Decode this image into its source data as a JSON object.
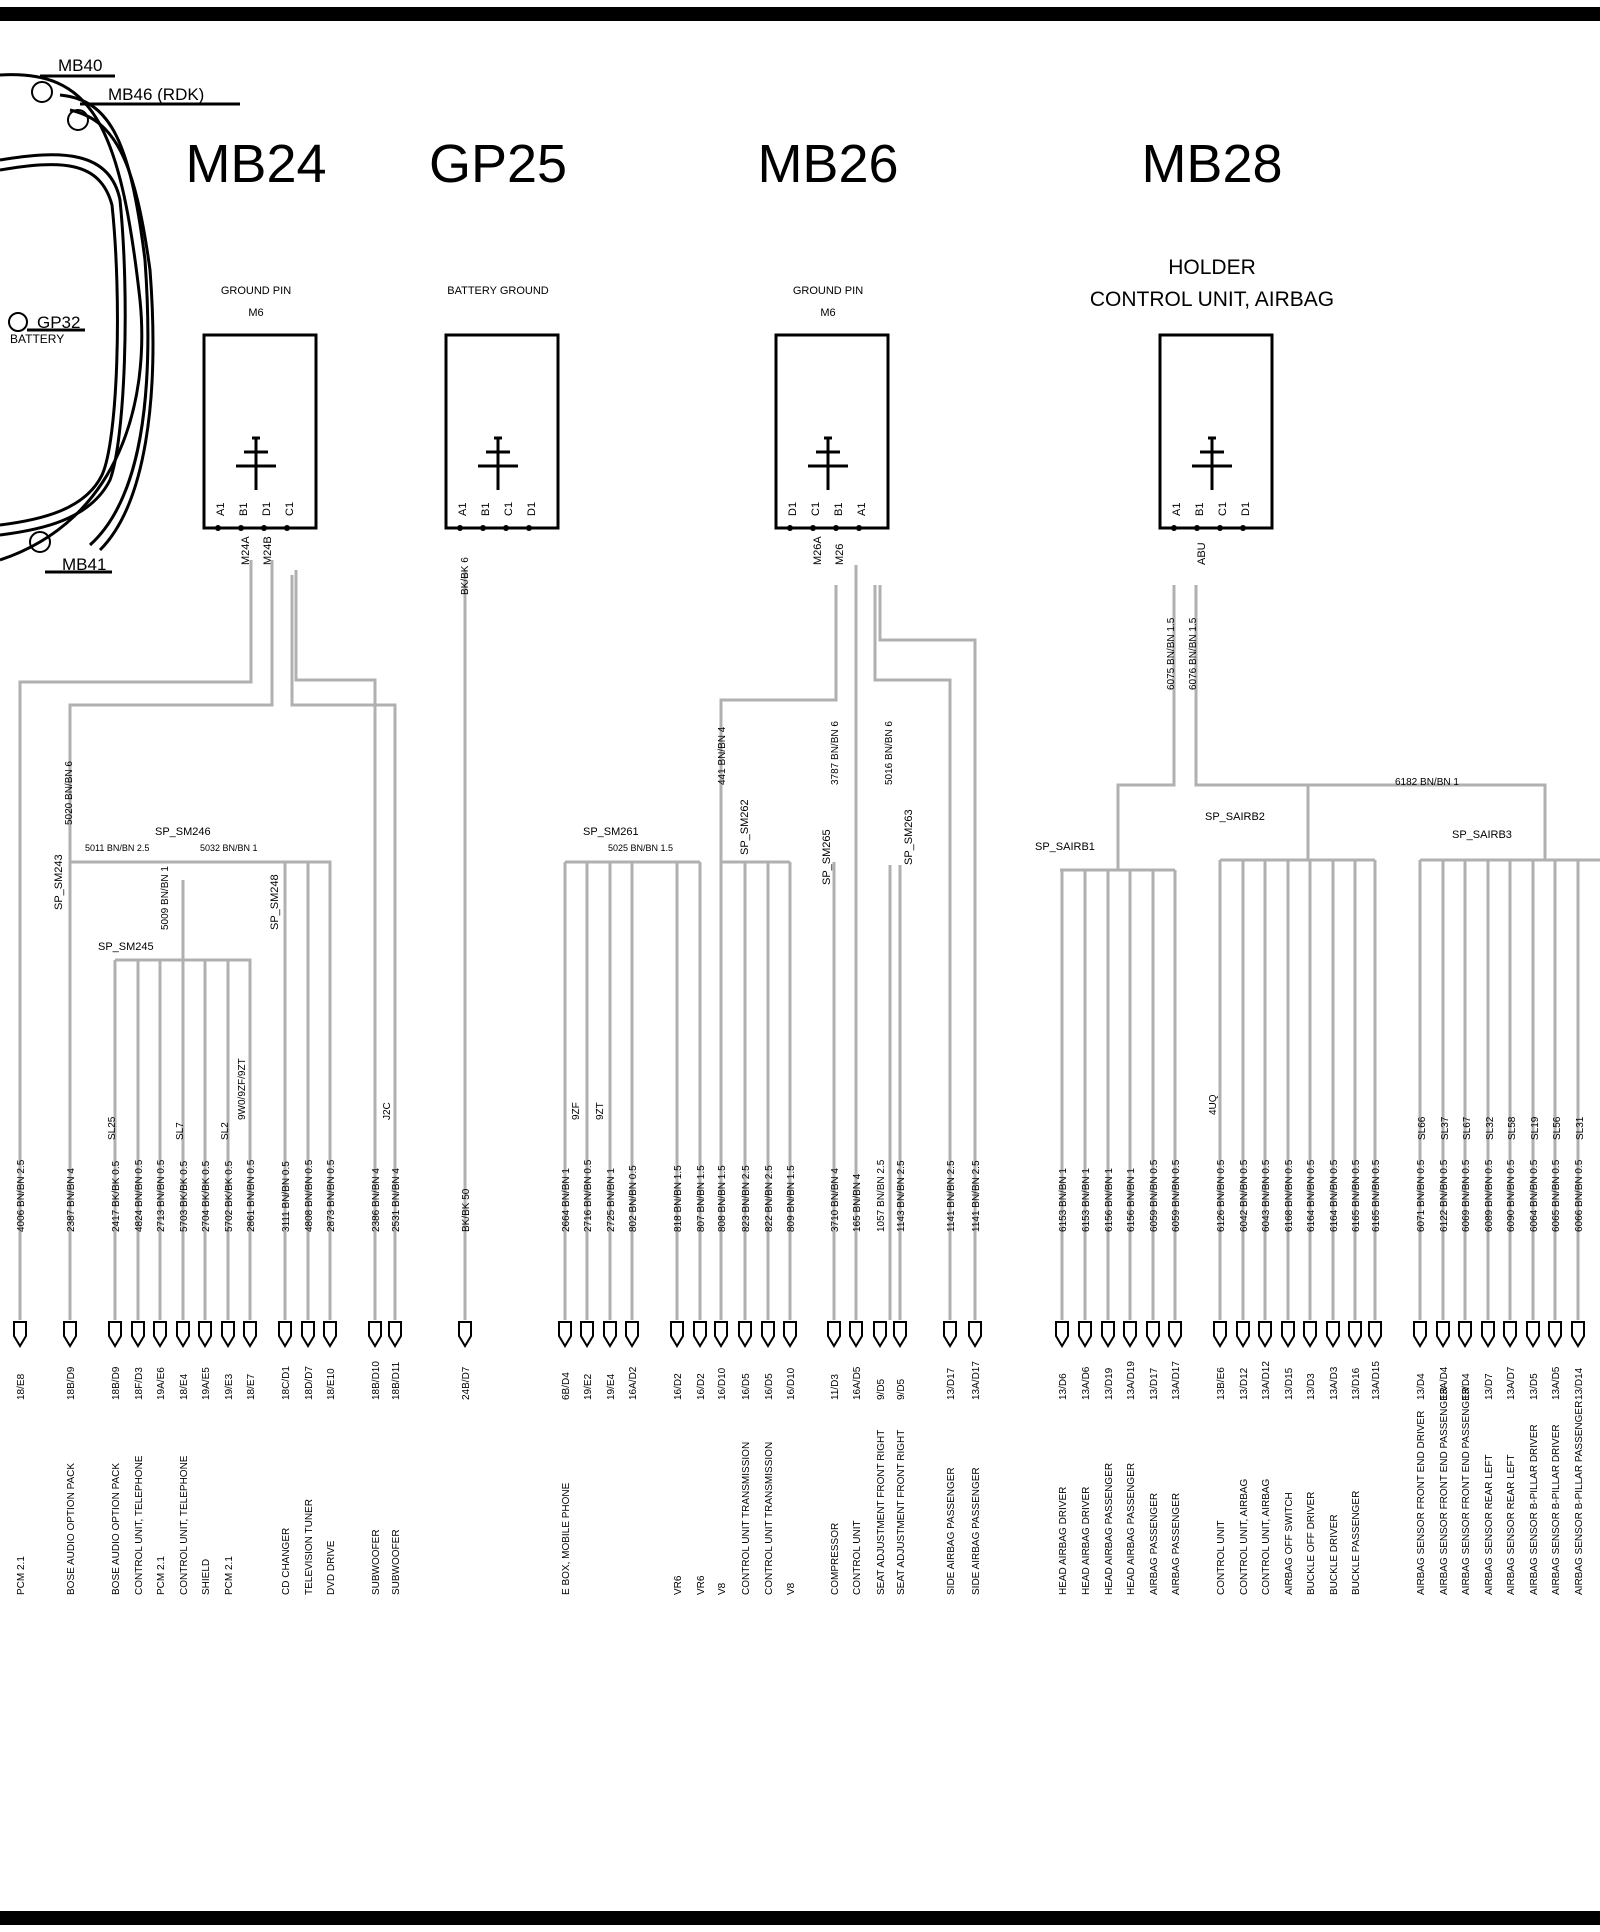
{
  "title_labels": {
    "mb40": "MB40",
    "mb46": "MB46 (RDK)",
    "gp32": "GP32",
    "battery": "BATTERY",
    "mb41": "MB41"
  },
  "modules": [
    {
      "id": "MB24",
      "caption1": "GROUND PIN",
      "caption2": "M6",
      "pins": [
        "A1",
        "B1",
        "D1",
        "C1"
      ],
      "pin_labels": [
        "M24A",
        "M24B"
      ]
    },
    {
      "id": "GP25",
      "caption1": "BATTERY GROUND",
      "caption2": "",
      "pins": [
        "A1",
        "B1",
        "C1",
        "D1"
      ],
      "pin_labels": []
    },
    {
      "id": "MB26",
      "caption1": "GROUND PIN",
      "caption2": "M6",
      "pins": [
        "D1",
        "C1",
        "B1",
        "A1"
      ],
      "pin_labels": [
        "M26A",
        "M26"
      ]
    },
    {
      "id": "MB28",
      "caption1": "HOLDER",
      "caption2": "CONTROL UNIT, AIRBAG",
      "pins": [
        "A1",
        "B1",
        "C1",
        "D1"
      ],
      "pin_labels": [
        "ABU"
      ]
    }
  ],
  "wire_labels": [
    "BK/BK 6",
    "6075 BN/BN 1.5",
    "6076 BN/BN 1.5",
    "5020 BN/BN 6",
    "441 BN/BN 4",
    "3787 BN/BN 6",
    "5016 BN/BN 6",
    "6182 BN/BN 1",
    "5009 BN/BN 1",
    "J2C",
    "9ZF",
    "9ZT",
    "4UQ",
    "SL25",
    "SL7",
    "SL2",
    "9W0/9ZF/9ZT",
    "SL66",
    "SL37",
    "SL67",
    "SL32",
    "SL58",
    "SL19",
    "SL56",
    "SL31"
  ],
  "splices": [
    {
      "name": "SP_SM246",
      "label": "5011 BN/BN 2.5",
      "label2": "5032 BN/BN 1"
    },
    {
      "name": "SP_SM243"
    },
    {
      "name": "SP_SM248"
    },
    {
      "name": "SP_SM245"
    },
    {
      "name": "SP_SM261",
      "label": "5025 BN/BN 1.5"
    },
    {
      "name": "SP_SM262"
    },
    {
      "name": "SP_SM265"
    },
    {
      "name": "SP_SM263"
    },
    {
      "name": "SP_SAIRB1"
    },
    {
      "name": "SP_SAIRB2"
    },
    {
      "name": "SP_SAIRB3"
    }
  ],
  "terminals": [
    {
      "wire": "4006 BN/BN 2.5",
      "loc": "18/E8",
      "dest": "PCM 2.1"
    },
    {
      "wire": "2387 BN/BN 4",
      "loc": "18B/D9",
      "dest": "BOSE AUDIO OPTION PACK"
    },
    {
      "wire": "2417 BK/BK 0.5",
      "loc": "18B/D9",
      "dest": "BOSE AUDIO OPTION PACK"
    },
    {
      "wire": "4824 BN/BN 0.5",
      "loc": "18F/D3",
      "dest": "CONTROL UNIT, TELEPHONE"
    },
    {
      "wire": "2713 BN/BN 0.5",
      "loc": "19A/E6",
      "dest": "PCM 2.1"
    },
    {
      "wire": "5703 BK/BK 0.5",
      "loc": "18/E4",
      "dest": "CONTROL UNIT, TELEPHONE"
    },
    {
      "wire": "2704 BK/BK 0.5",
      "loc": "19A/E5",
      "dest": "SHIELD"
    },
    {
      "wire": "5702 BK/BK 0.5",
      "loc": "19/E3",
      "dest": "PCM 2.1"
    },
    {
      "wire": "2861 BN/BN 0.5",
      "loc": "18/E7",
      "dest": ""
    },
    {
      "wire": "3111 BN/BN 0.5",
      "loc": "18C/D1",
      "dest": "CD CHANGER"
    },
    {
      "wire": "4808 BN/BN 0.5",
      "loc": "18D/D7",
      "dest": "TELEVISION TUNER"
    },
    {
      "wire": "2873 BN/BN 0.5",
      "loc": "18/E10",
      "dest": "DVD DRIVE"
    },
    {
      "wire": "2386 BN/BN 4",
      "loc": "18B/D10",
      "dest": "SUBWOOFER"
    },
    {
      "wire": "2531 BN/BN 4",
      "loc": "18B/D11",
      "dest": "SUBWOOFER"
    },
    {
      "wire": "BK/BK 50",
      "loc": "24B/D7",
      "dest": ""
    },
    {
      "wire": "2664 BN/BN 1",
      "loc": "6B/D4",
      "dest": "E BOX, MOBILE PHONE"
    },
    {
      "wire": "2716 BN/BN 0.5",
      "loc": "19/E2",
      "dest": ""
    },
    {
      "wire": "2725 BN/BN 1",
      "loc": "19/E4",
      "dest": ""
    },
    {
      "wire": "802 BN/BN 0.5",
      "loc": "16A/D2",
      "dest": ""
    },
    {
      "wire": "818 BN/BN 1.5",
      "loc": "16/D2",
      "dest": "VR6"
    },
    {
      "wire": "807 BN/BN 1.5",
      "loc": "16/D2",
      "dest": "VR6"
    },
    {
      "wire": "808 BN/BN 1.5",
      "loc": "16/D10",
      "dest": "V8"
    },
    {
      "wire": "823 BN/BN 2.5",
      "loc": "16/D5",
      "dest": "CONTROL UNIT TRANSMISSION"
    },
    {
      "wire": "822 BN/BN 2.5",
      "loc": "16/D5",
      "dest": "CONTROL UNIT TRANSMISSION"
    },
    {
      "wire": "809 BN/BN 1.5",
      "loc": "16/D10",
      "dest": "V8"
    },
    {
      "wire": "3710 BN/BN 4",
      "loc": "11/D3",
      "dest": "COMPRESSOR"
    },
    {
      "wire": "165 BN/BN 4",
      "loc": "16A/D5",
      "dest": "CONTROL UNIT"
    },
    {
      "wire": "1057 BN/BN 2.5",
      "loc": "9/D5",
      "dest": "SEAT ADJUSTMENT   FRONT RIGHT"
    },
    {
      "wire": "1143 BN/BN 2.5",
      "loc": "9/D5",
      "dest": "SEAT ADJUSTMENT   FRONT RIGHT"
    },
    {
      "wire": "1141 BN/BN 2.5",
      "loc": "13/D17",
      "dest": "SIDE AIRBAG   PASSENGER"
    },
    {
      "wire": "1141 BN/BN 2.5",
      "loc": "13A/D17",
      "dest": "SIDE AIRBAG   PASSENGER"
    },
    {
      "wire": "6153 BN/BN 1",
      "loc": "13/D6",
      "dest": "HEAD AIRBAG   DRIVER"
    },
    {
      "wire": "6153 BN/BN 1",
      "loc": "13A/D6",
      "dest": "HEAD AIRBAG   DRIVER"
    },
    {
      "wire": "6156 BN/BN 1",
      "loc": "13/D19",
      "dest": "HEAD AIRBAG   PASSENGER"
    },
    {
      "wire": "6156 BN/BN 1",
      "loc": "13A/D19",
      "dest": "HEAD AIRBAG   PASSENGER"
    },
    {
      "wire": "6059 BN/BN 0.5",
      "loc": "13/D17",
      "dest": "AIRBAG   PASSENGER"
    },
    {
      "wire": "6059 BN/BN 0.5",
      "loc": "13A/D17",
      "dest": "AIRBAG   PASSENGER"
    },
    {
      "wire": "6126 BN/BN 0.5",
      "loc": "13B/E6",
      "dest": "CONTROL UNIT"
    },
    {
      "wire": "6042 BN/BN 0.5",
      "loc": "13/D12",
      "dest": "CONTROL UNIT, AIRBAG"
    },
    {
      "wire": "6043 BN/BN 0.5",
      "loc": "13A/D12",
      "dest": "CONTROL UNIT, AIRBAG"
    },
    {
      "wire": "6168 BN/BN 0.5",
      "loc": "13/D15",
      "dest": "AIRBAG   OFF SWITCH"
    },
    {
      "wire": "6164 BN/BN 0.5",
      "loc": "13/D3",
      "dest": "BUCKLE   OFF   DRIVER"
    },
    {
      "wire": "6164 BN/BN 0.5",
      "loc": "13A/D3",
      "dest": "BUCKLE   DRIVER"
    },
    {
      "wire": "6165 BN/BN 0.5",
      "loc": "13/D16",
      "dest": "BUCKLE   PASSENGER"
    },
    {
      "wire": "6165 BN/BN 0.5",
      "loc": "13A/D15",
      "dest": ""
    },
    {
      "wire": "6071 BN/BN 0.5",
      "loc": "13/D4",
      "dest": "AIRBAG SENSOR   FRONT END   DRIVER"
    },
    {
      "wire": "6122 BN/BN 0.5",
      "loc": "13A/D4",
      "dest": "AIRBAG SENSOR   FRONT END   PASSENGER"
    },
    {
      "wire": "6069 BN/BN 0.5",
      "loc": "13/D4",
      "dest": "AIRBAG SENSOR   FRONT END   PASSENGER"
    },
    {
      "wire": "6089 BN/BN 0.5",
      "loc": "13/D7",
      "dest": "AIRBAG   SENSOR   REAR LEFT"
    },
    {
      "wire": "6090 BN/BN 0.5",
      "loc": "13A/D7",
      "dest": "AIRBAG   SENSOR   REAR LEFT"
    },
    {
      "wire": "6064 BN/BN 0.5",
      "loc": "13/D5",
      "dest": "AIRBAG SENSOR   B-PILLAR   DRIVER"
    },
    {
      "wire": "6065 BN/BN 0.5",
      "loc": "13A/D5",
      "dest": "AIRBAG SENSOR   B-PILLAR   DRIVER"
    },
    {
      "wire": "6066 BN/BN 0.5",
      "loc": "13/D14",
      "dest": "AIRBAG SENSOR   B-PILLAR   PASSENGER"
    }
  ]
}
